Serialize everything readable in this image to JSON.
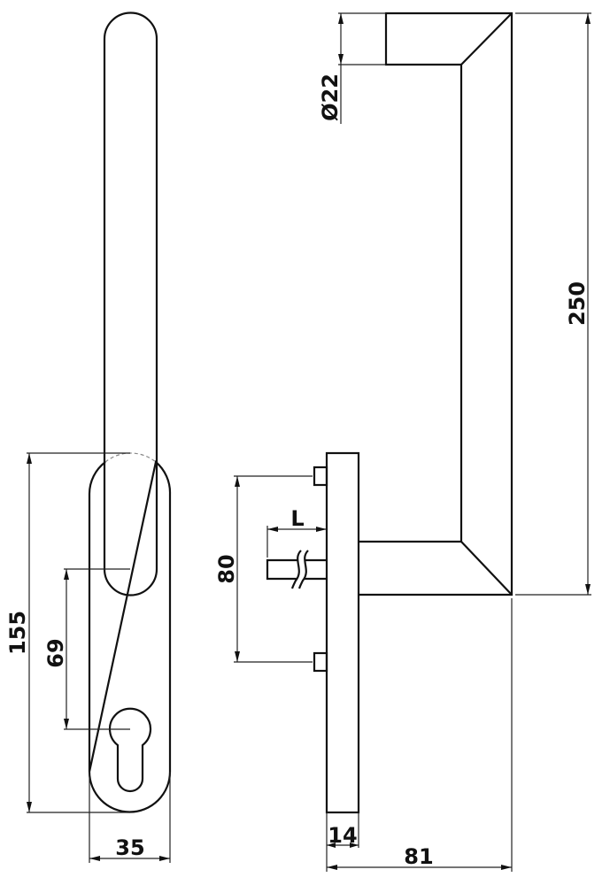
{
  "drawing": {
    "subject": "Door handle on long backplate with euro-profile cylinder cutout",
    "line_color": "#111111",
    "background": "#ffffff",
    "views": [
      {
        "name": "front-view",
        "description": "Lever seen from front over oval backplate with keyhole"
      },
      {
        "name": "side-view",
        "description": "Lever profile with backplate, spindle and fixing studs"
      }
    ]
  },
  "dimensions": {
    "front_overall_plate_height": "155",
    "front_handle_to_cylinder": "69",
    "front_plate_width": "35",
    "side_grip_diameter": "Ø22",
    "side_overall_height": "250",
    "side_fixing_centres": "80",
    "side_spindle_length": "L",
    "side_plate_thickness": "14",
    "side_projection": "81"
  }
}
